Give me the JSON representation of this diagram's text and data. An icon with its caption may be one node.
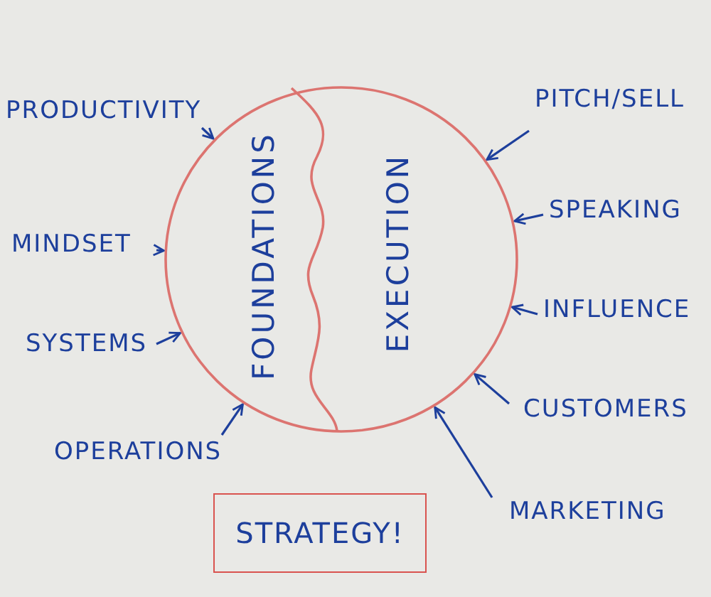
{
  "diagram": {
    "nodes": [
      {
        "text": [
          "FOUNDATIONS",
          "EXECUTION"
        ]
      },
      {
        "text": [
          "PRODUCTIVITY"
        ]
      },
      {
        "text": [
          "MINDSET"
        ]
      },
      {
        "text": [
          "SYSTEMS"
        ]
      },
      {
        "text": [
          "OPERATIONS"
        ]
      },
      {
        "text": [
          "PITCH/SELL"
        ]
      },
      {
        "text": [
          "SPEAKING"
        ]
      },
      {
        "text": [
          "INFLUENCE"
        ]
      },
      {
        "text": [
          "CUSTOMERS"
        ]
      },
      {
        "text": [
          "MARKETING"
        ]
      },
      {
        "text": [
          "STRATEGY!"
        ]
      }
    ],
    "edges": [
      {
        "from": 1,
        "to": 0,
        "arrow": "to"
      },
      {
        "from": 2,
        "to": 0,
        "arrow": "to"
      },
      {
        "from": 3,
        "to": 0,
        "arrow": "to"
      },
      {
        "from": 4,
        "to": 0,
        "arrow": "to"
      },
      {
        "from": 5,
        "to": 0,
        "arrow": "to"
      },
      {
        "from": 6,
        "to": 0,
        "arrow": "to"
      },
      {
        "from": 7,
        "to": 0,
        "arrow": "to"
      },
      {
        "from": 8,
        "to": 0,
        "arrow": "to"
      },
      {
        "from": 9,
        "to": 0,
        "arrow": "to"
      }
    ]
  }
}
